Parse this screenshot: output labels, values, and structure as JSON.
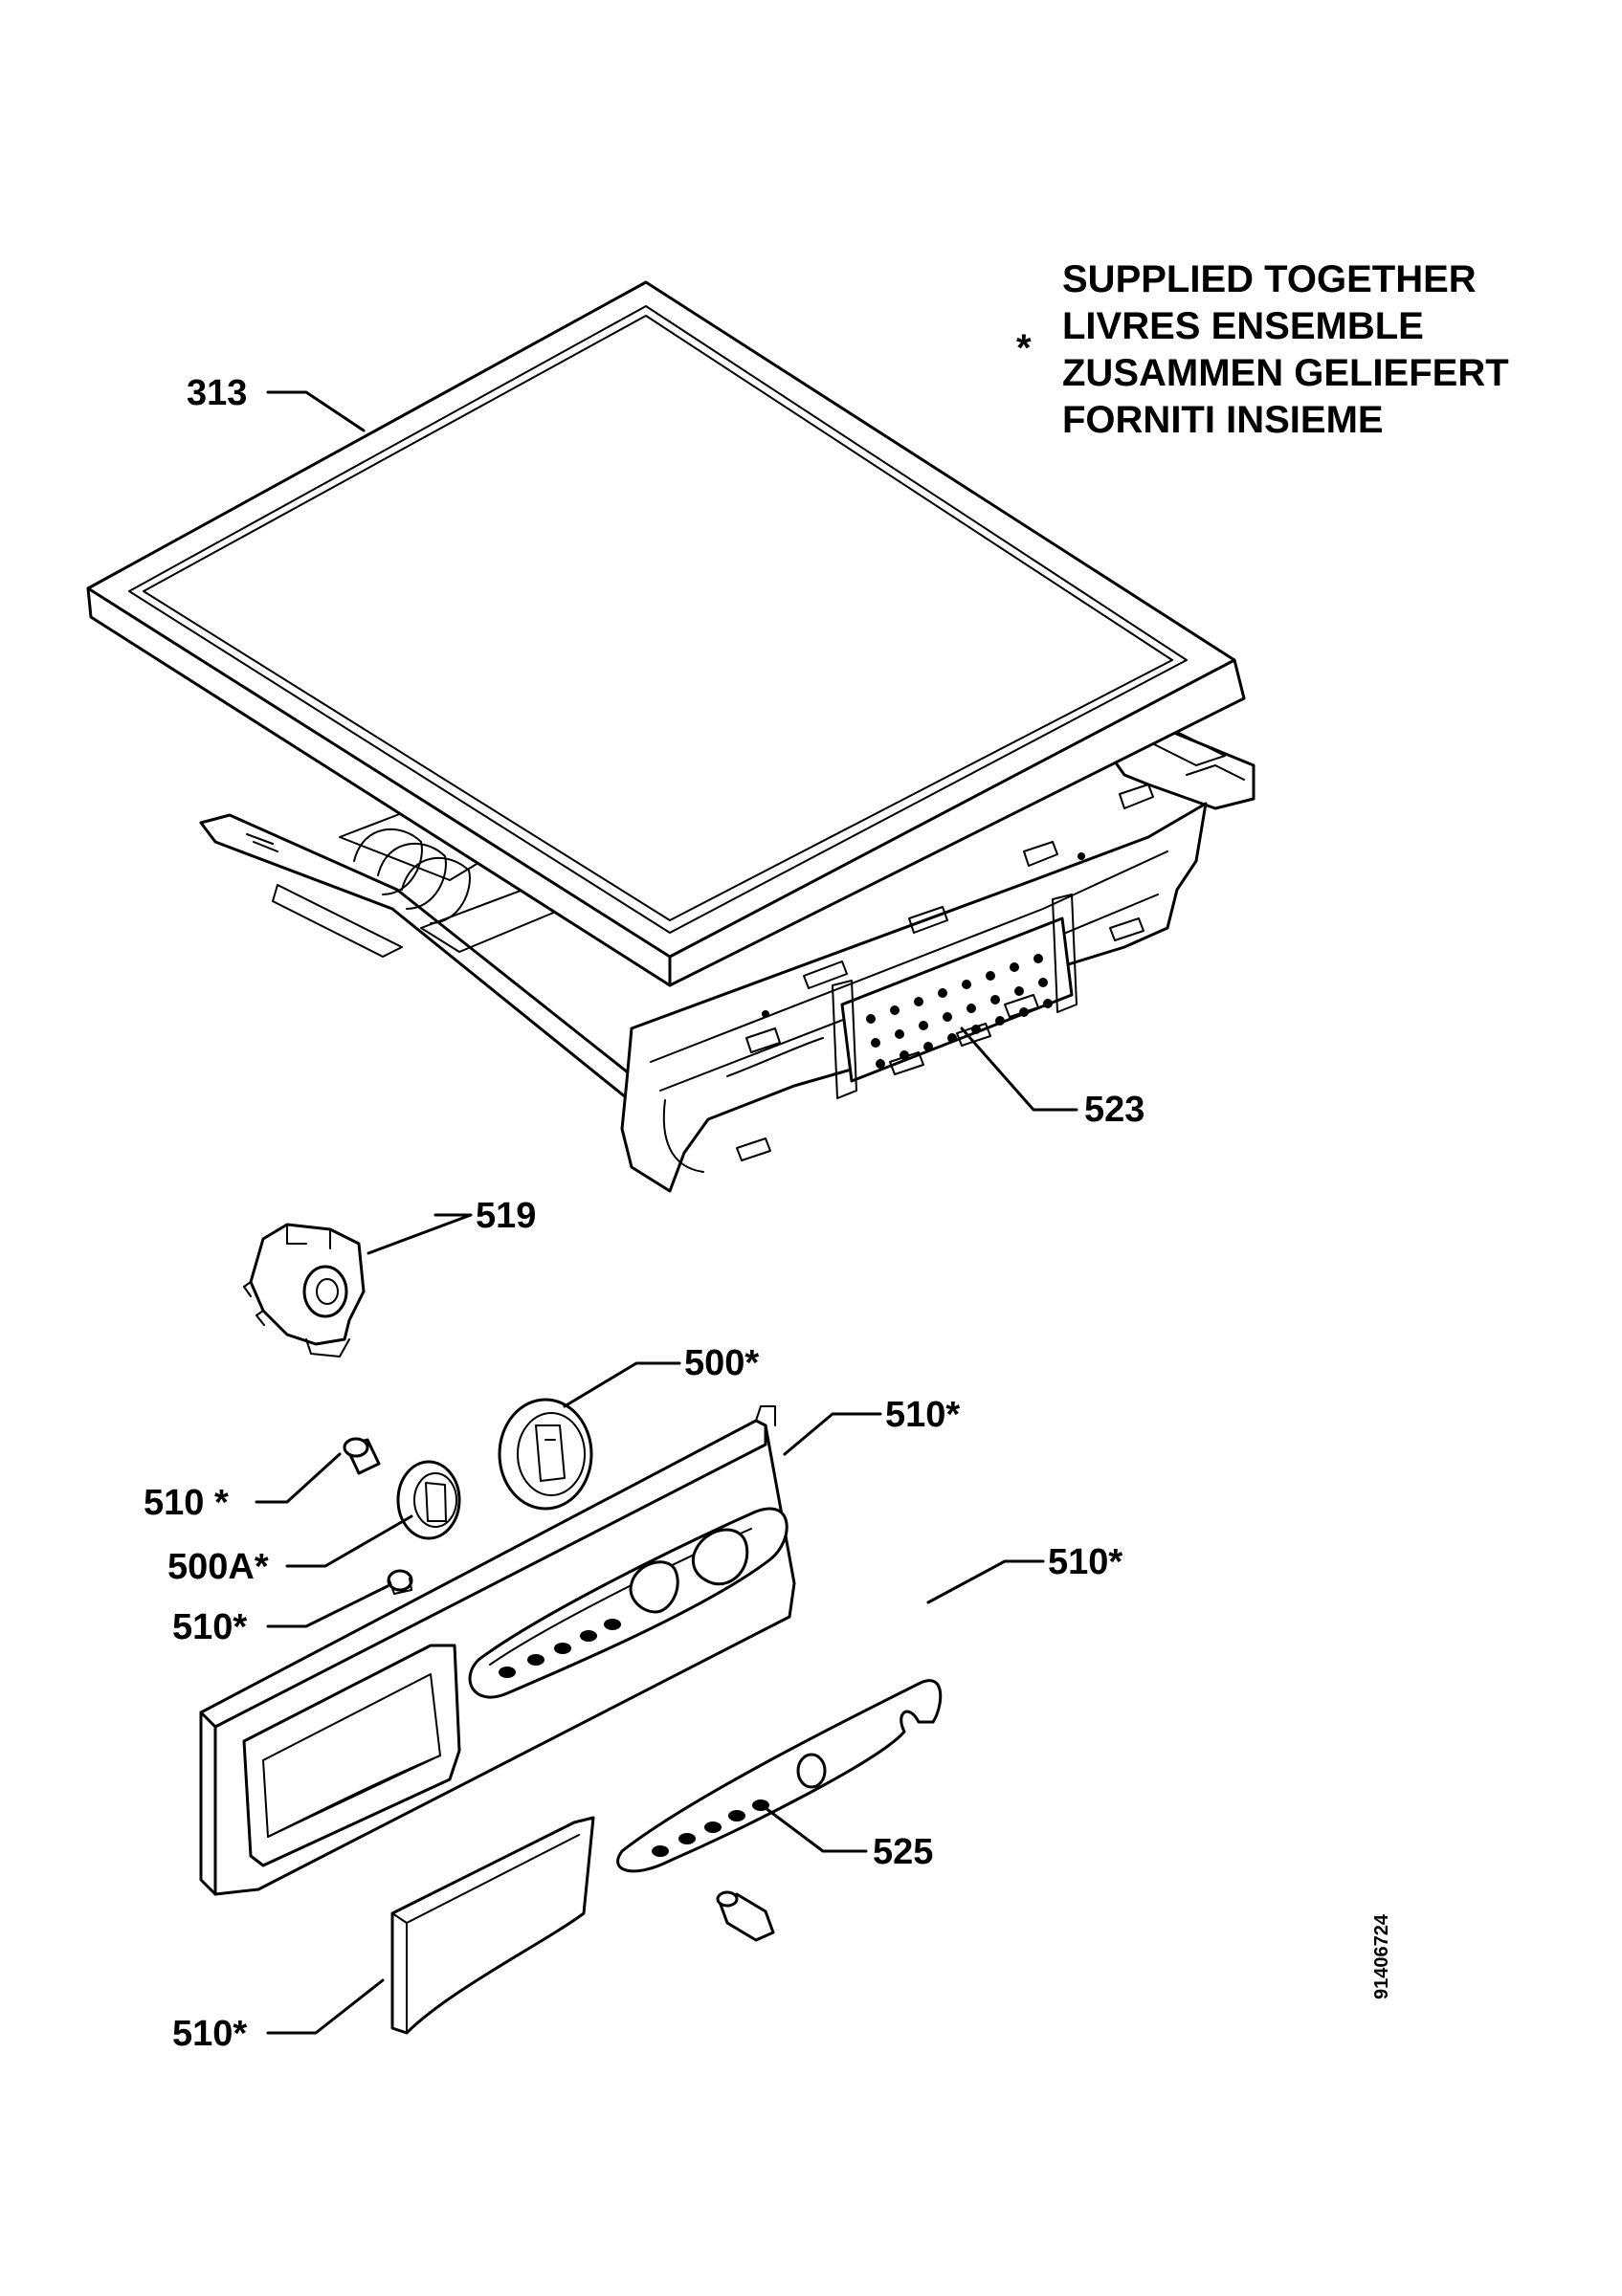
{
  "legend": {
    "symbol": "*",
    "lines": [
      "SUPPLIED TOGETHER",
      "LIVRES ENSEMBLE",
      "ZUSAMMEN GELIEFERT",
      "FORNITI INSIEME"
    ]
  },
  "callouts": {
    "c313": "313",
    "c523": "523",
    "c519": "519",
    "c500": "500*",
    "c510_top": "510*",
    "c510_knob": "510 *",
    "c500a": "500A*",
    "c510_small": "510*",
    "c510_right": "510*",
    "c525": "525",
    "c510_bottom": "510*"
  },
  "drawing_code": "91406724"
}
